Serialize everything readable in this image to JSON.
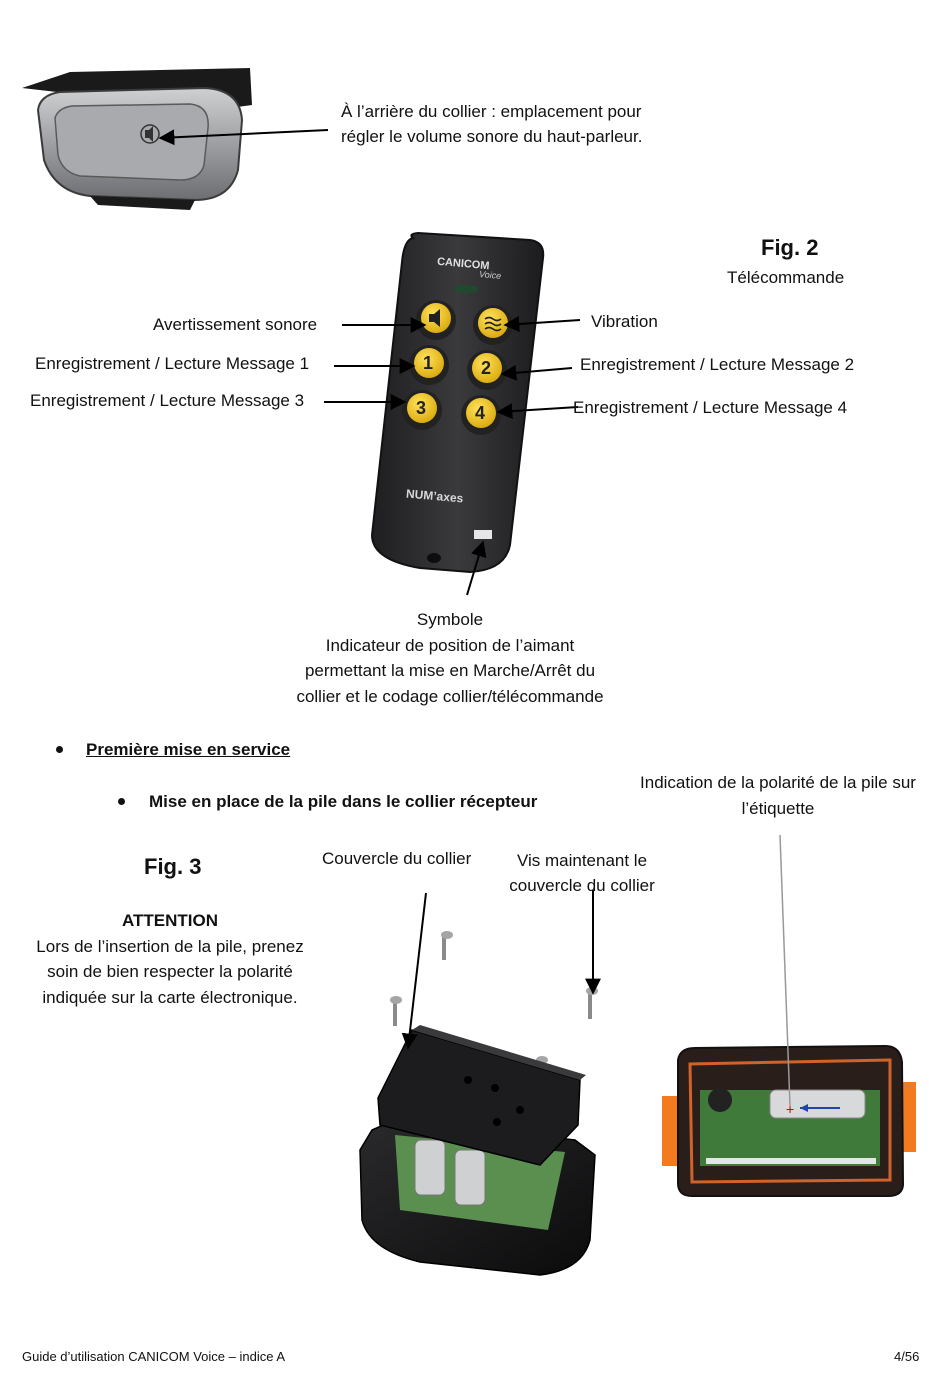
{
  "collar_back": {
    "caption_line1": "À l’arrière du collier : emplacement pour",
    "caption_line2": "régler le volume sonore du haut-parleur."
  },
  "fig2": {
    "title": "Fig. 2",
    "subtitle": "Télécommande",
    "remote_brand": "CANICOM",
    "remote_model": "Voice",
    "remote_maker": "NUM’axes",
    "labels": {
      "sound_warning": "Avertissement sonore",
      "message1": "Enregistrement / Lecture Message 1",
      "message3": "Enregistrement / Lecture Message 3",
      "vibration": "Vibration",
      "message2": "Enregistrement / Lecture Message 2",
      "message4": "Enregistrement / Lecture Message 4"
    },
    "button_numbers": [
      "1",
      "2",
      "3",
      "4"
    ],
    "symbol_caption": [
      "Symbole",
      "Indicateur de position de l’aimant",
      "permettant la mise en Marche/Arrêt du",
      "collier et le codage collier/télécommande"
    ]
  },
  "section": {
    "heading": "Première mise en service",
    "subheading": "Mise en place de la pile dans le collier récepteur"
  },
  "fig3": {
    "title": "Fig. 3",
    "attention_title": "ATTENTION",
    "attention_lines": [
      "Lors de l’insertion de la pile, prenez",
      "soin de bien respecter la polarité",
      "indiquée sur la carte électronique."
    ],
    "cover_label": "Couvercle du collier",
    "screws_label_line1": "Vis maintenant le",
    "screws_label_line2": "couvercle du collier",
    "polarity_label_line1": "Indication de la polarité de la pile sur",
    "polarity_label_line2": "l’étiquette"
  },
  "footer": {
    "left": "Guide d’utilisation CANICOM Voice – indice A",
    "right": "4/56"
  },
  "colors": {
    "remote_body": "#2b2b2d",
    "button_yellow": "#f2c314",
    "collar_orange": "#f47a1f",
    "pcb_green": "#3f7a3a"
  }
}
